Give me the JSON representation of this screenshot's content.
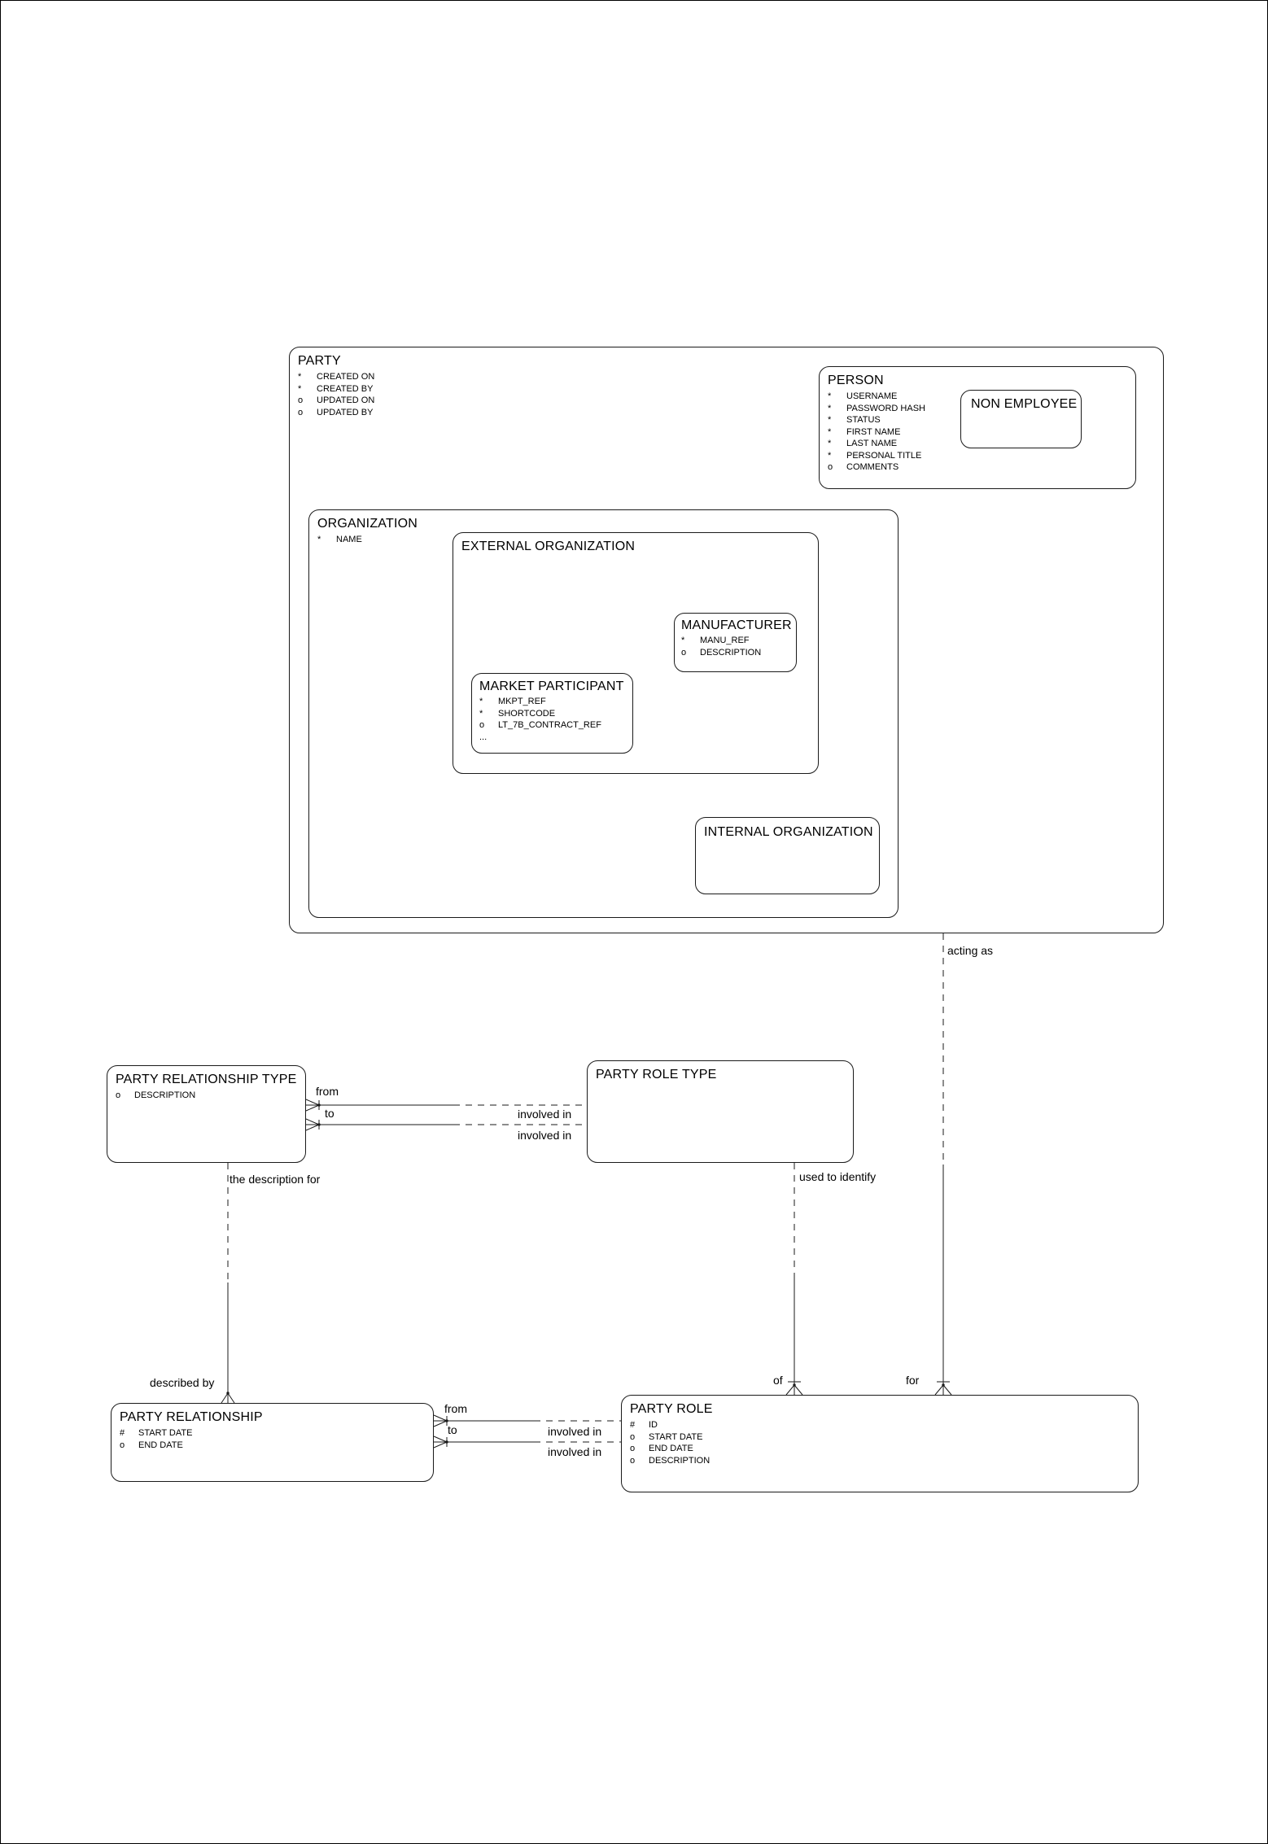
{
  "diagram": {
    "entities": {
      "party": {
        "title": "PARTY",
        "attrs": [
          {
            "prefix": "*",
            "name": "CREATED ON"
          },
          {
            "prefix": "*",
            "name": "CREATED BY"
          },
          {
            "prefix": "o",
            "name": "UPDATED ON"
          },
          {
            "prefix": "o",
            "name": "UPDATED BY"
          }
        ]
      },
      "person": {
        "title": "PERSON",
        "attrs": [
          {
            "prefix": "*",
            "name": "USERNAME"
          },
          {
            "prefix": "*",
            "name": "PASSWORD HASH"
          },
          {
            "prefix": "*",
            "name": "STATUS"
          },
          {
            "prefix": "*",
            "name": "FIRST NAME"
          },
          {
            "prefix": "*",
            "name": "LAST NAME"
          },
          {
            "prefix": "*",
            "name": "PERSONAL TITLE"
          },
          {
            "prefix": "o",
            "name": "COMMENTS"
          }
        ]
      },
      "non_employee": {
        "title": "NON EMPLOYEE",
        "attrs": []
      },
      "organization": {
        "title": "ORGANIZATION",
        "attrs": [
          {
            "prefix": "*",
            "name": "NAME"
          }
        ]
      },
      "external_organization": {
        "title": "EXTERNAL ORGANIZATION",
        "attrs": []
      },
      "manufacturer": {
        "title": "MANUFACTURER",
        "attrs": [
          {
            "prefix": "*",
            "name": "MANU_REF"
          },
          {
            "prefix": "o",
            "name": "DESCRIPTION"
          }
        ]
      },
      "market_participant": {
        "title": "MARKET PARTICIPANT",
        "attrs": [
          {
            "prefix": "*",
            "name": "MKPT_REF"
          },
          {
            "prefix": "*",
            "name": "SHORTCODE"
          },
          {
            "prefix": "o",
            "name": "LT_7B_CONTRACT_REF"
          },
          {
            "prefix": "...",
            "name": ""
          }
        ]
      },
      "internal_organization": {
        "title": "INTERNAL ORGANIZATION",
        "attrs": []
      },
      "party_relationship_type": {
        "title": "PARTY RELATIONSHIP TYPE",
        "attrs": [
          {
            "prefix": "o",
            "name": "DESCRIPTION"
          }
        ]
      },
      "party_role_type": {
        "title": "PARTY ROLE TYPE",
        "attrs": []
      },
      "party_relationship": {
        "title": "PARTY RELATIONSHIP",
        "attrs": [
          {
            "prefix": "#",
            "name": "START DATE"
          },
          {
            "prefix": "o",
            "name": "END DATE"
          }
        ]
      },
      "party_role": {
        "title": "PARTY ROLE",
        "attrs": [
          {
            "prefix": "#",
            "name": "ID"
          },
          {
            "prefix": "o",
            "name": "START DATE"
          },
          {
            "prefix": "o",
            "name": "END DATE"
          },
          {
            "prefix": "o",
            "name": "DESCRIPTION"
          }
        ]
      }
    },
    "labels": {
      "top_from": "from",
      "top_to": "to",
      "top_involved_in_1": "involved in",
      "top_involved_in_2": "involved in",
      "acting_as": "acting as",
      "used_to_identify": "used to identify",
      "the_description_for": "the description for",
      "described_by": "described by",
      "of": "of",
      "for": "for",
      "bottom_from": "from",
      "bottom_to": "to",
      "bottom_involved_in_1": "involved in",
      "bottom_involved_in_2": "involved in"
    },
    "colors": {
      "line": "#1a1a1a",
      "background": "#ffffff"
    }
  }
}
